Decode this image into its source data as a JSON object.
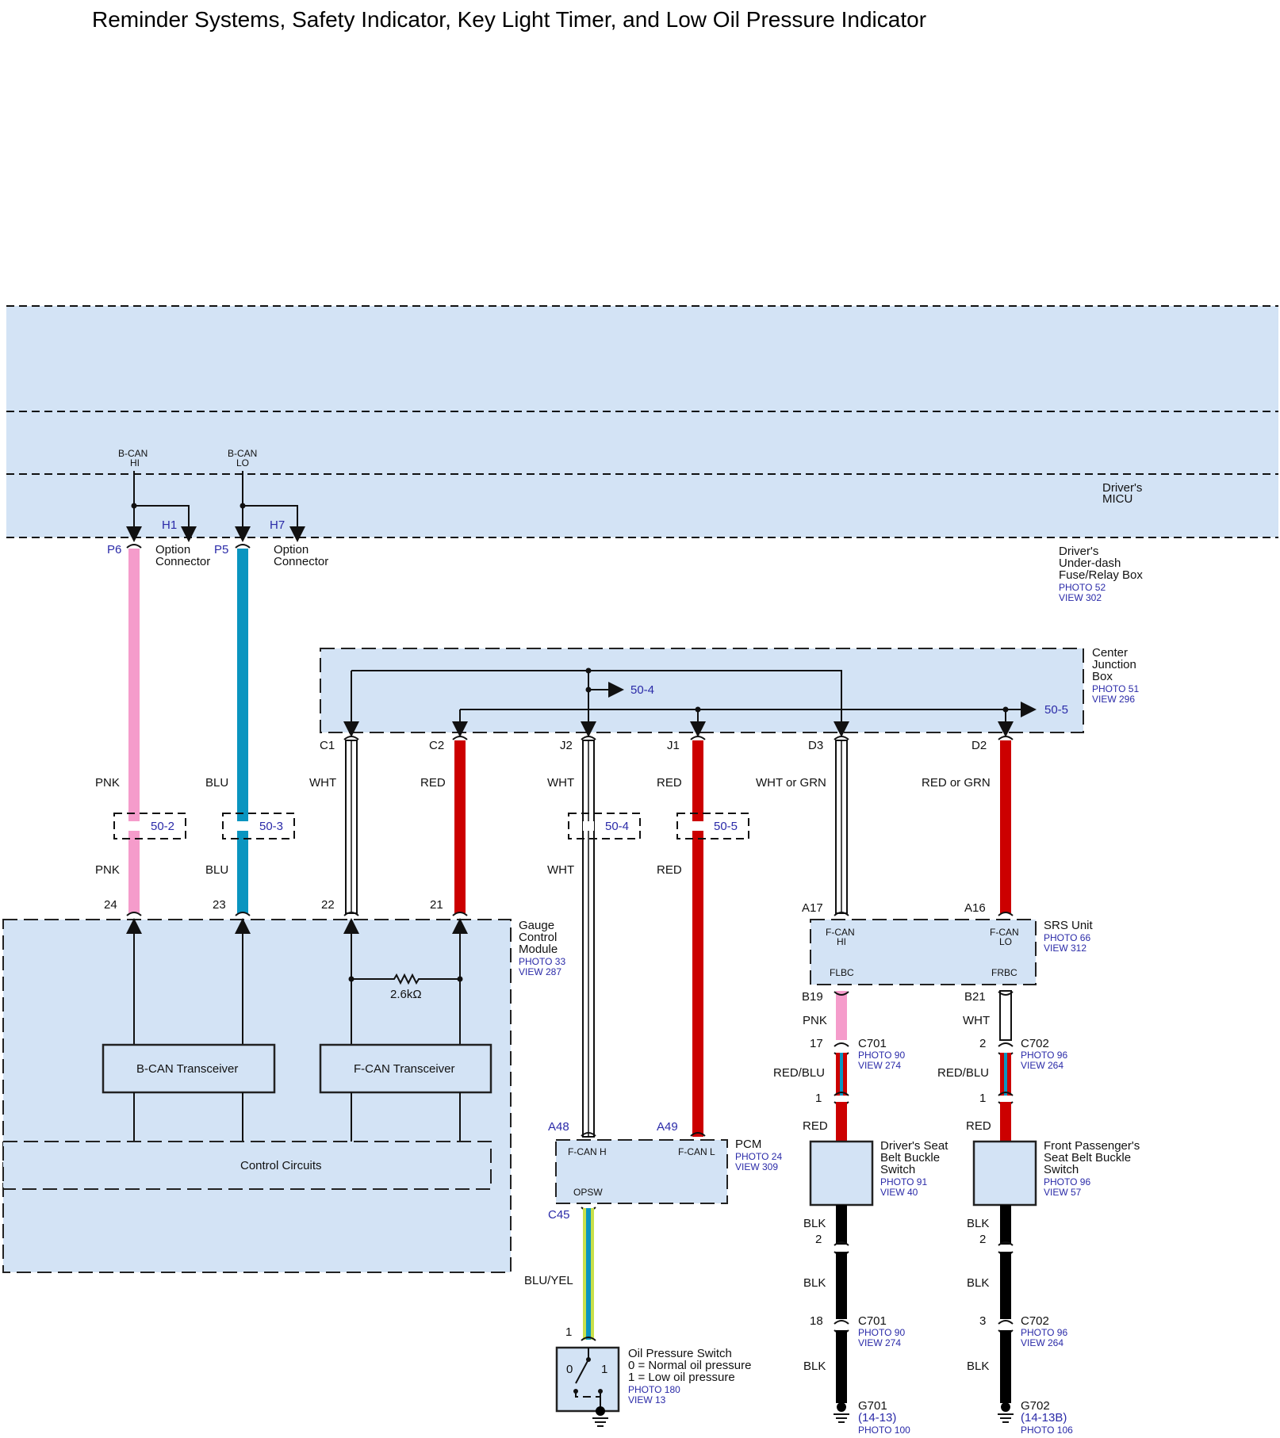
{
  "title": "Reminder Systems, Safety Indicator, Key Light Timer, and Low Oil Pressure Indicator",
  "micu": {
    "label1": "Driver's",
    "label2": "MICU",
    "bcan_hi_1": "B-CAN",
    "bcan_hi_2": "HI",
    "bcan_lo_1": "B-CAN",
    "bcan_lo_2": "LO",
    "h1": "H1",
    "h7": "H7",
    "p6": "P6",
    "p5": "P5",
    "opt1a": "Option",
    "opt1b": "Connector",
    "opt2a": "Option",
    "opt2b": "Connector"
  },
  "fusebox": {
    "l1": "Driver's",
    "l2": "Under-dash",
    "l3": "Fuse/Relay Box",
    "photo": "PHOTO 52",
    "view": "VIEW 302"
  },
  "cjb": {
    "l1": "Center",
    "l2": "Junction",
    "l3": "Box",
    "photo": "PHOTO 51",
    "view": "VIEW 296",
    "ref1": "50-4",
    "ref2": "50-5",
    "c1": "C1",
    "c2": "C2",
    "j2": "J2",
    "j1": "J1",
    "d3": "D3",
    "d2": "D2"
  },
  "wires": {
    "pnk": "PNK",
    "blu": "BLU",
    "wht": "WHT",
    "red": "RED",
    "wht_or_grn": "WHT or GRN",
    "red_or_grn": "RED or GRN",
    "r502": "50-2",
    "r503": "50-3",
    "r504": "50-4",
    "r505": "50-5",
    "pnk2": "PNK",
    "blu2": "BLU",
    "wht2": "WHT",
    "red2": "RED"
  },
  "gauge": {
    "pin24": "24",
    "pin23": "23",
    "pin22": "22",
    "pin21": "21",
    "l1": "Gauge",
    "l2": "Control",
    "l3": "Module",
    "photo": "PHOTO 33",
    "view": "VIEW 287",
    "resistor": "2.6kΩ",
    "bcan": "B-CAN Transceiver",
    "fcan": "F-CAN Transceiver",
    "control": "Control Circuits"
  },
  "srs": {
    "a17": "A17",
    "a16": "A16",
    "name": "SRS Unit",
    "photo": "PHOTO 66",
    "view": "VIEW 312",
    "fcanhi1": "F-CAN",
    "fcanhi2": "HI",
    "fcanlo1": "F-CAN",
    "fcanlo2": "LO",
    "flbc": "FLBC",
    "frbc": "FRBC",
    "b19": "B19",
    "b21": "B21"
  },
  "left_col": {
    "pnk": "PNK",
    "pin17": "17",
    "c701": "C701",
    "c701_photo": "PHOTO 90",
    "c701_view": "VIEW 274",
    "redblu": "RED/BLU",
    "pin1": "1",
    "red": "RED",
    "sw1": "Driver's Seat",
    "sw2": "Belt Buckle",
    "sw3": "Switch",
    "sw_photo": "PHOTO 91",
    "sw_view": "VIEW 40",
    "blk1": "BLK",
    "pin2": "2",
    "blk2": "BLK",
    "pin18": "18",
    "c701b": "C701",
    "c701b_photo": "PHOTO 90",
    "c701b_view": "VIEW 274",
    "blk3": "BLK",
    "g701": "G701",
    "g701_ref": "(14-13)",
    "g701_photo": "PHOTO 100"
  },
  "right_col": {
    "wht": "WHT",
    "pin2": "2",
    "c702": "C702",
    "c702_photo": "PHOTO 96",
    "c702_view": "VIEW 264",
    "redblu": "RED/BLU",
    "pin1": "1",
    "red": "RED",
    "sw1": "Front Passenger's",
    "sw2": "Seat Belt Buckle",
    "sw3": "Switch",
    "sw_photo": "PHOTO 96",
    "sw_view": "VIEW 57",
    "blk1": "BLK",
    "pin2b": "2",
    "blk2": "BLK",
    "pin3": "3",
    "c702b": "C702",
    "c702b_photo": "PHOTO 96",
    "c702b_view": "VIEW 264",
    "blk3": "BLK",
    "g702": "G702",
    "g702_ref": "(14-13B)",
    "g702_photo": "PHOTO 106"
  },
  "pcm": {
    "a48": "A48",
    "a49": "A49",
    "fcanh": "F-CAN H",
    "fcanl": "F-CAN L",
    "name": "PCM",
    "photo": "PHOTO 24",
    "view": "VIEW 309",
    "opsw": "OPSW",
    "c45": "C45"
  },
  "oil": {
    "wire": "BLU/YEL",
    "pin1": "1",
    "l1": "Oil Pressure Switch",
    "l2": "0 = Normal oil pressure",
    "l3": "1 = Low oil pressure",
    "photo": "PHOTO 180",
    "view": "VIEW 13",
    "s0": "0",
    "s1": "1"
  },
  "colors": {
    "pnk": "#f59ccb",
    "blu": "#0a95c0",
    "red": "#cc0000",
    "blk": "#000000",
    "grn_yel": "#c8e04a",
    "box": "#d3e3f5"
  }
}
